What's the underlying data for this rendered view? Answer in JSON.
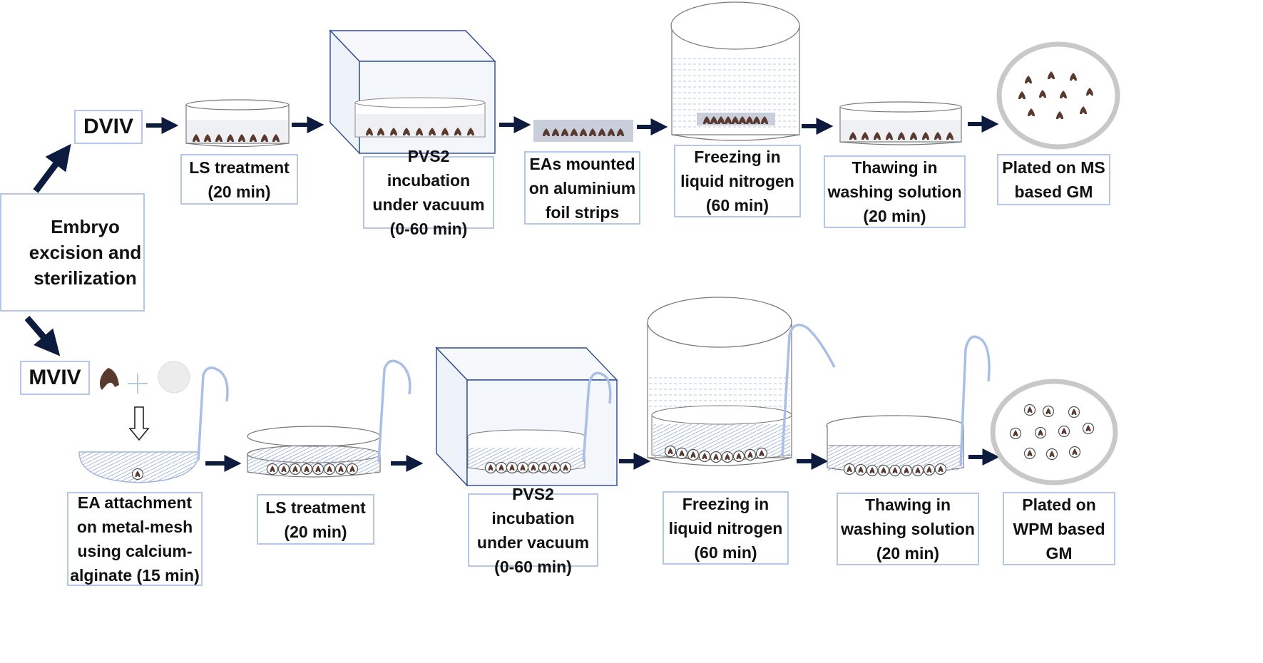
{
  "start": {
    "label": "Embryo\nexcision and\nsterilization"
  },
  "dviv": {
    "label": "DVIV",
    "steps": [
      "LS treatment\n(20 min)",
      "PVS2 incubation\nunder vacuum\n(0-60 min)",
      "EAs mounted\non aluminium\nfoil strips",
      "Freezing in\nliquid nitrogen\n(60 min)",
      "Thawing in\nwashing solution\n(20 min)",
      "Plated on MS\nbased GM"
    ]
  },
  "mviv": {
    "label": "MVIV",
    "steps": [
      "EA attachment\non metal-mesh\nusing calcium-\nalginate (15 min)",
      "LS treatment\n(20 min)",
      "PVS2 incubation\nunder vacuum\n(0-60 min)",
      "Freezing in\nliquid nitrogen\n(60 min)",
      "Thawing in\nwashing solution\n(20 min)",
      "Plated on\nWPM based\nGM"
    ]
  },
  "colors": {
    "box_border": "#b5c7e6",
    "arrow": "#0d1b3e",
    "embryo": "#5a3a2e",
    "liquid": "#9fb4dc",
    "pipe": "#a9bfe6",
    "chamber": "#2e4a8f"
  }
}
